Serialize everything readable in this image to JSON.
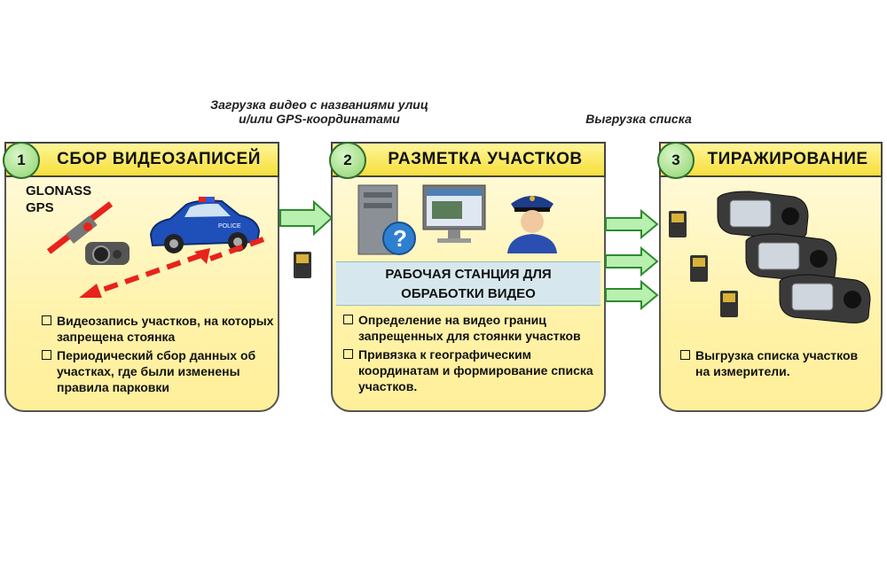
{
  "captions": {
    "upload_line1": "Загрузка видео с названиями улиц",
    "upload_line2": "и/или GPS-координатами",
    "export": "Выгрузка списка"
  },
  "panels": [
    {
      "number": "1",
      "title": "СБОР ВИДЕОЗАПИСЕЙ",
      "labels": [
        "GLONASS",
        "GPS"
      ],
      "car_label": "POLICE",
      "bullets": [
        "Видеозапись участков, на которых запрещена стоянка",
        "Периодический сбор данных об участках, где были изменены правила парковки"
      ]
    },
    {
      "number": "2",
      "title": "РАЗМЕТКА  УЧАСТКОВ",
      "station_line1": "РАБОЧАЯ СТАНЦИЯ ДЛЯ",
      "station_line2": "ОБРАБОТКИ ВИДЕО",
      "bullets": [
        "Определение на видео границ запрещенных для стоянки участков",
        "Привязка к географическим координатам  и формирование списка участков."
      ]
    },
    {
      "number": "3",
      "title": "ТИРАЖИРОВАНИЕ",
      "bullets": [
        "Выгрузка списка участков на измерители."
      ]
    }
  ],
  "colors": {
    "header": "#f6df3a",
    "panel": "#fff2a6",
    "number_circle": "#8fd36e",
    "arrow": "#b8f0b0",
    "red_dash": "#e8231c",
    "station": "#d6e8ee"
  }
}
